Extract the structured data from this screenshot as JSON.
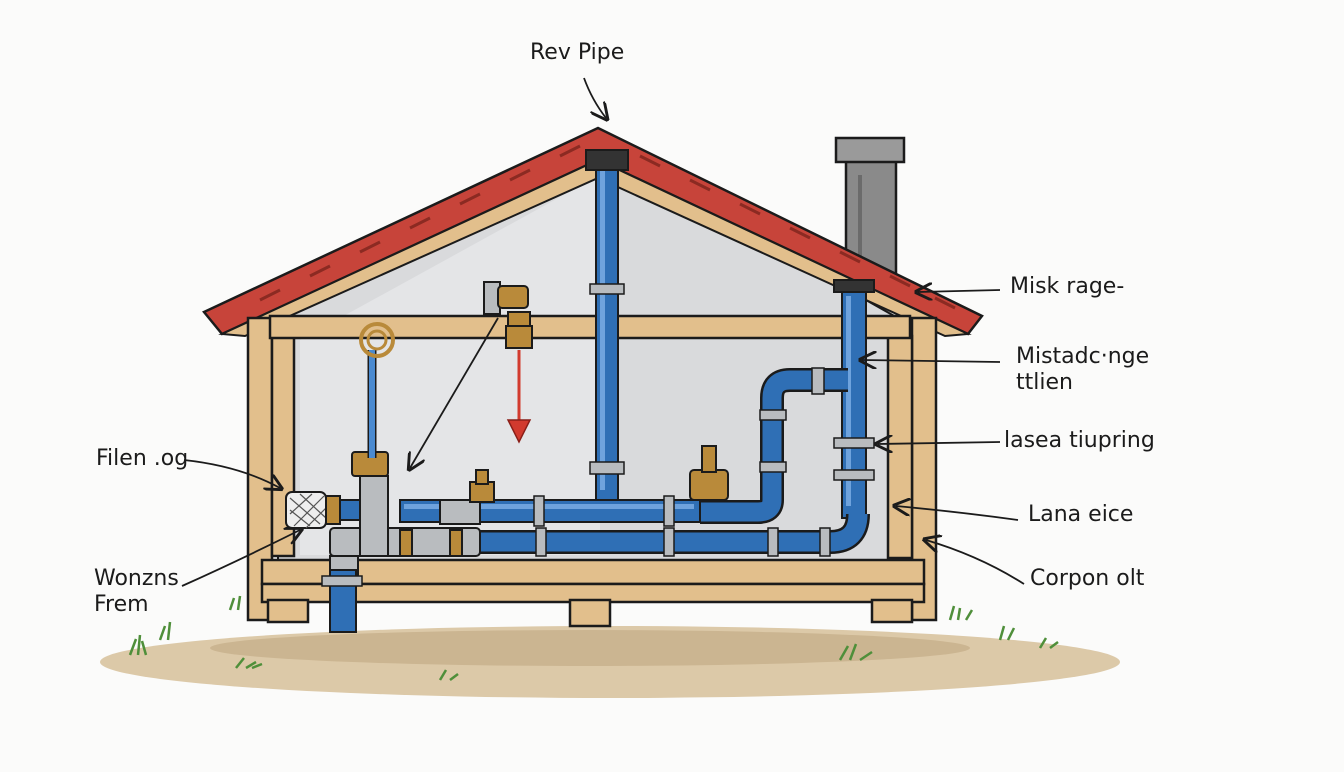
{
  "labels": {
    "top": "Rev Pipe",
    "right_1": "Misk rage-",
    "right_2": "Mistadc·nge\nttlien",
    "right_3": "lasea tiupring",
    "right_4": "Lana eice",
    "right_5": "Corpon olt",
    "left_1": "Filen .og",
    "left_2": "Wonzns\nFrem"
  },
  "colors": {
    "roof": "#c7443a",
    "wood": "#e2bf8c",
    "wall": "#d9dadc",
    "pipe_blue": "#2f6fb5",
    "metal": "#b9bcbf",
    "brass": "#b98a3a",
    "chimney": "#8a8a8a",
    "ground": "#d8c6a6",
    "grass": "#4f8f3a",
    "ink": "#1b1b1b",
    "arrow_red": "#d23a2e"
  },
  "icons": {
    "main_valve": "gate-valve-icon",
    "drain_arrow": "down-arrow-icon",
    "strainer": "filter-mesh-icon"
  }
}
